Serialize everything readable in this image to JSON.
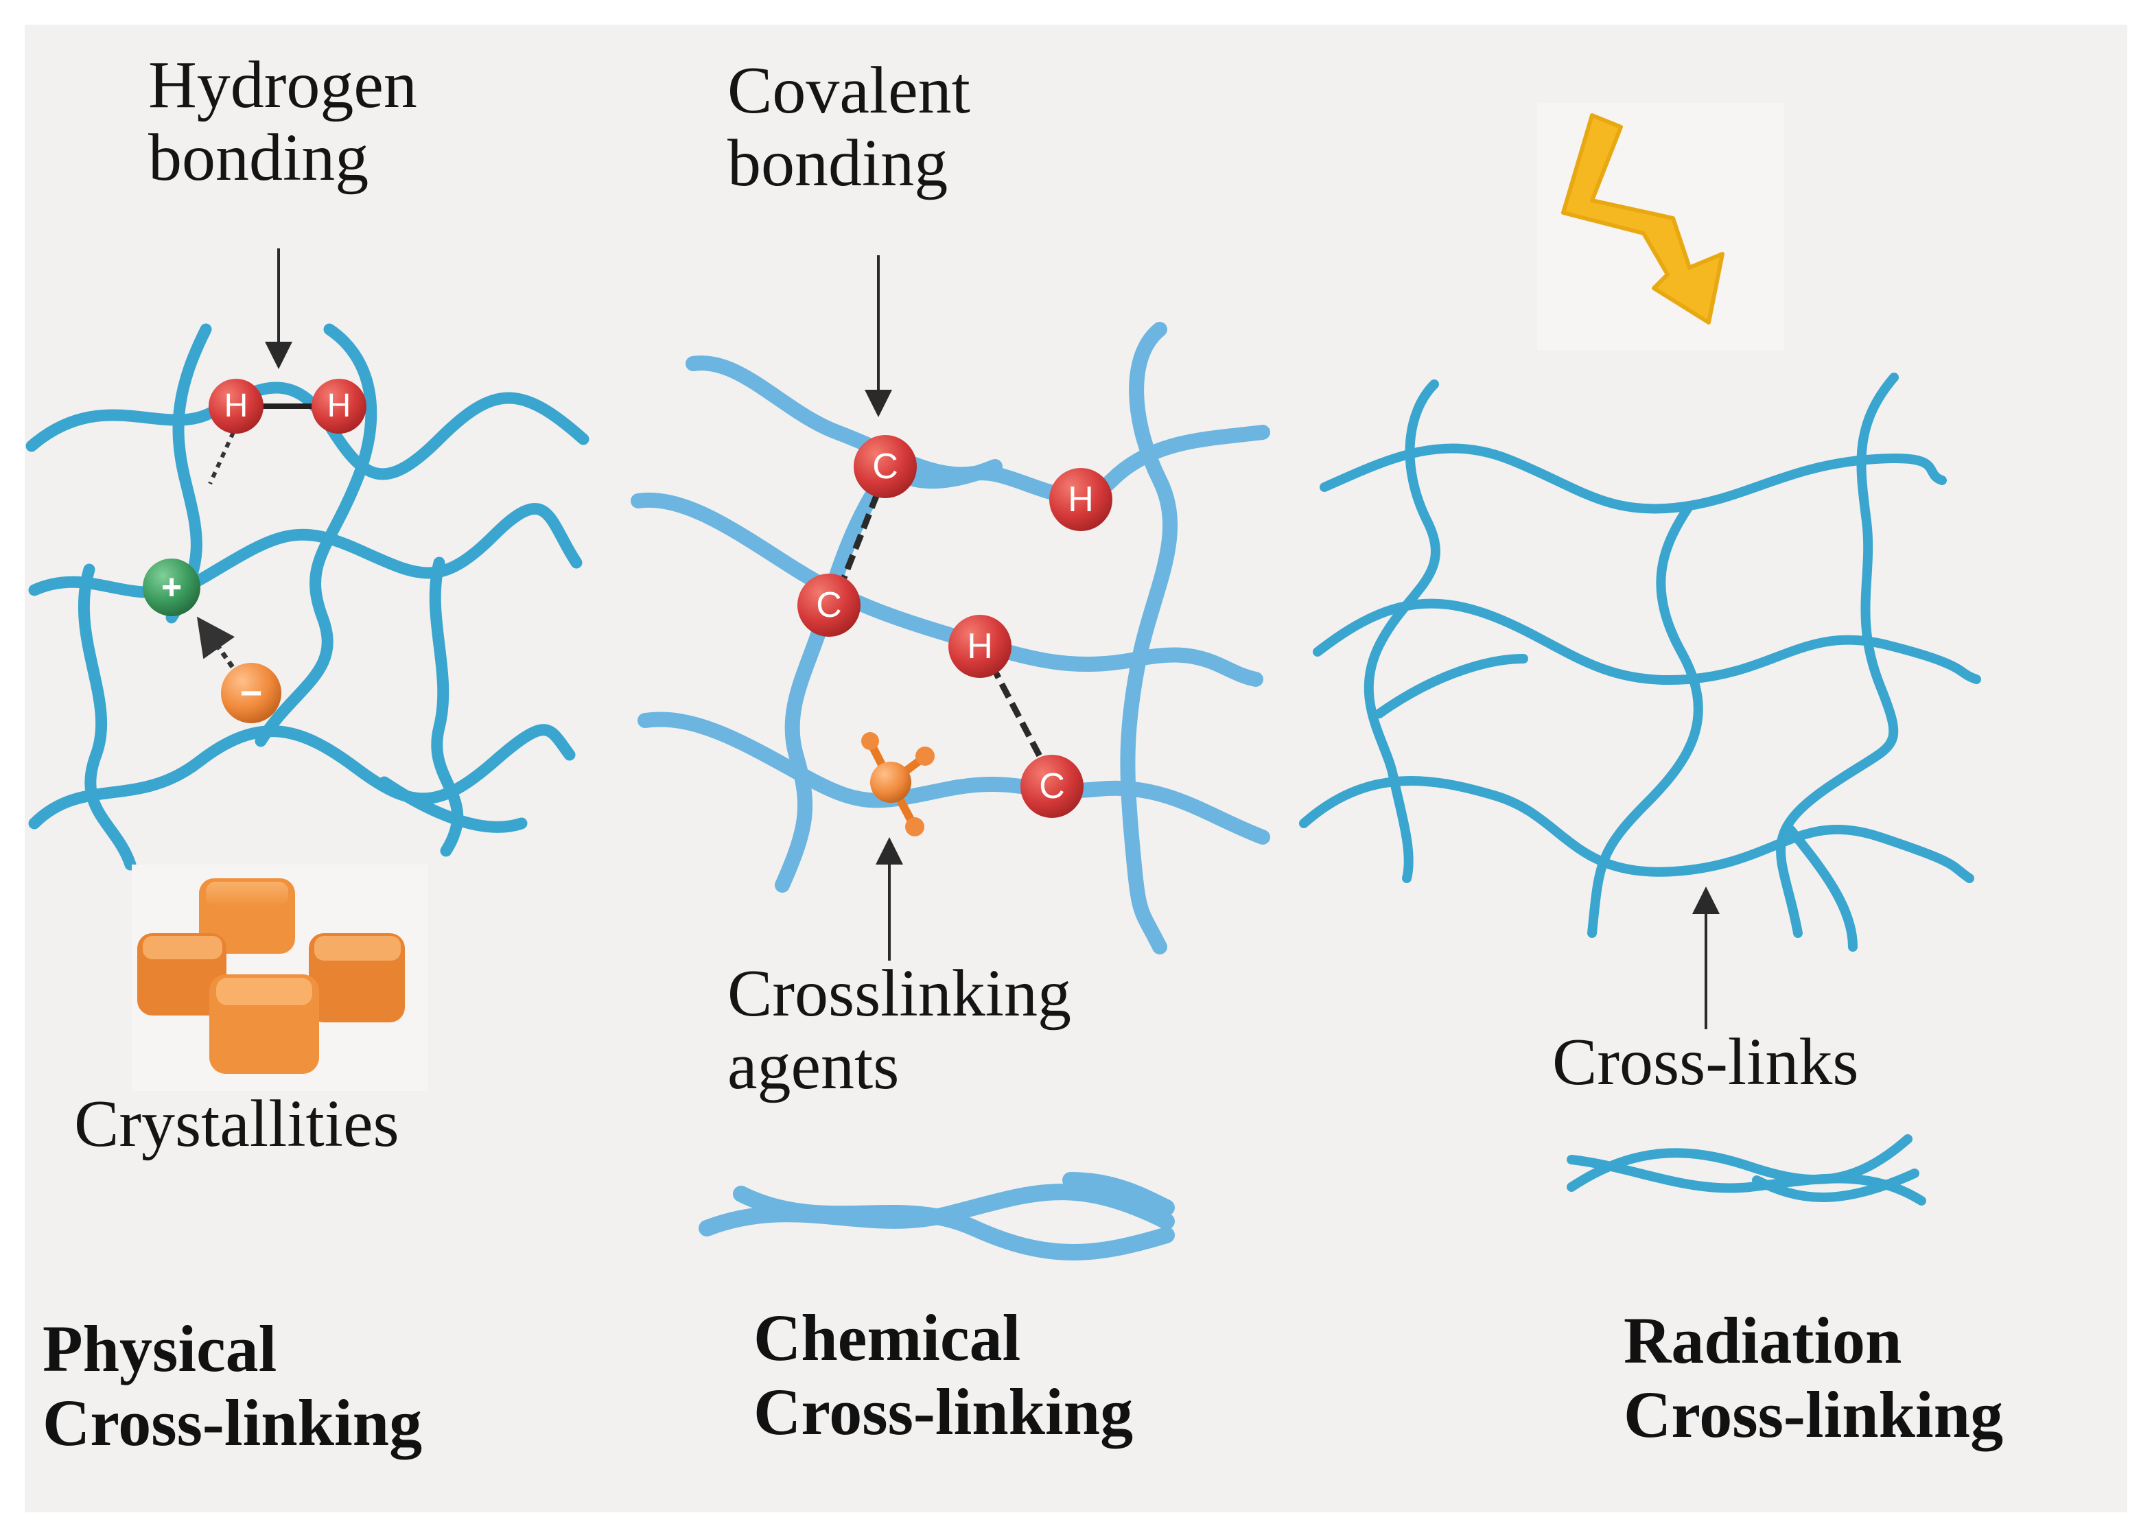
{
  "panels": {
    "physical": {
      "annotation_hydrogen": [
        "Hydrogen",
        "bonding"
      ],
      "annotation_crystal": "Crystallities",
      "title": [
        "Physical",
        "Cross-linking"
      ],
      "atoms": [
        "H",
        "H"
      ],
      "charges": [
        "+",
        "−"
      ]
    },
    "chemical": {
      "annotation_covalent": [
        "Covalent",
        "bonding"
      ],
      "annotation_agents": [
        "Crosslinking",
        "agents"
      ],
      "title": [
        "Chemical",
        "Cross-linking"
      ],
      "atoms": [
        "C",
        "H",
        "C",
        "H",
        "C"
      ]
    },
    "radiation": {
      "annotation_links": "Cross-links",
      "title": [
        "Radiation",
        "Cross-linking"
      ]
    }
  },
  "colors": {
    "background": "#f2f1f0",
    "chain": "#3aa6cf",
    "chain_light": "#6bb5e0",
    "atom_red": "#d63a3a",
    "cation_green": "#3a9a5c",
    "anion_orange": "#f08a3c",
    "crystal_orange": "#f0913d",
    "bolt_yellow": "#f5b820",
    "text": "#141414"
  },
  "icons": {
    "bolt": "lightning-bolt-icon",
    "crystals": "crystal-cubes-icon",
    "crosslinker": "crosslinking-agent-molecule-icon"
  }
}
